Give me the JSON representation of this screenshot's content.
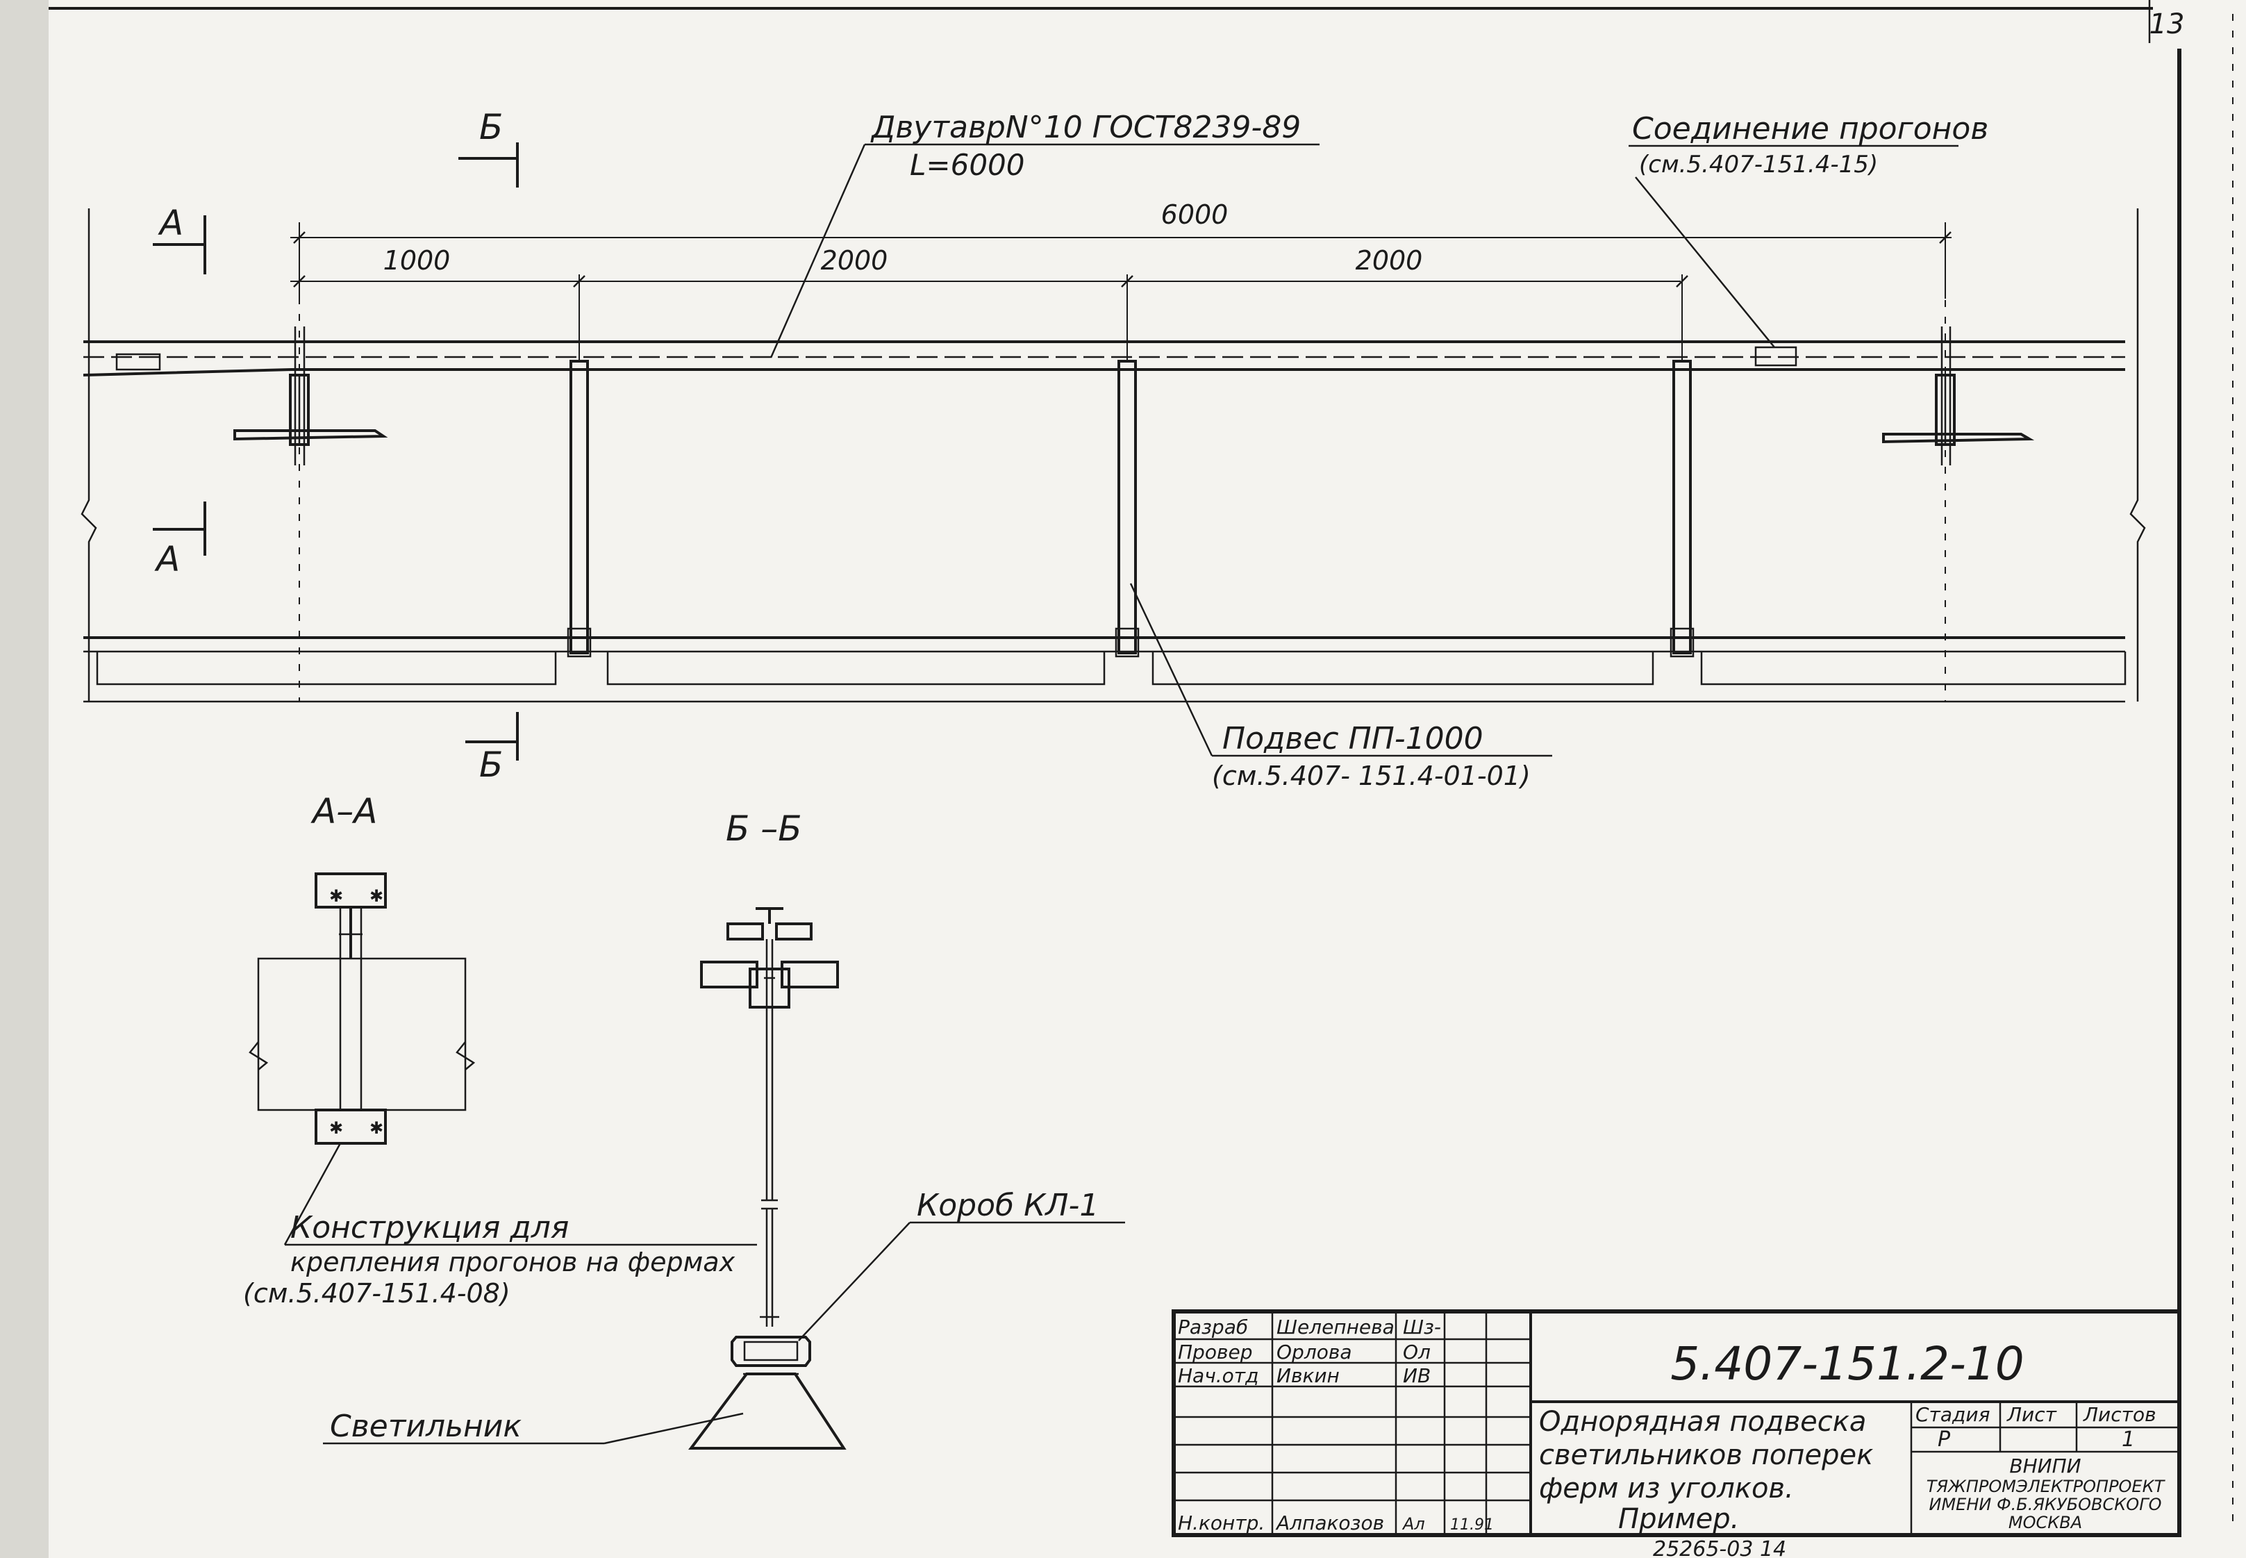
{
  "sheet": {
    "page_number": "13",
    "archive_number": "25265-03 14"
  },
  "labels": {
    "beam_title": "ДвутаврN°10  ГОСТ8239-89",
    "beam_length": "L=6000",
    "purlin_joint_title": "Соединение прогонов",
    "purlin_joint_ref": "(см.5.407-151.4-15)",
    "hanger_title": "Подвес ПП-1000",
    "hanger_ref": "(см.5.407- 151.4-01-01)",
    "mount_title": "Конструкция для",
    "mount_title2": "крепления прогонов на фермах",
    "mount_ref": "(см.5.407-151.4-08)",
    "box_title": "Короб КЛ-1",
    "lamp_title": "Светильник"
  },
  "dimensions": {
    "total": "6000",
    "d1": "1000",
    "d2": "2000",
    "d3": "2000"
  },
  "sections": {
    "a_mark": "А",
    "b_mark": "Б",
    "section_aa": "А–А",
    "section_bb": "Б –Б"
  },
  "title_block": {
    "roles": [
      "Разраб",
      "Провер",
      "Нач.отд",
      "",
      "",
      "",
      "",
      "Н.контр."
    ],
    "names": [
      "Шелепнева",
      "Орлова",
      "Ивкин",
      "",
      "",
      "",
      "",
      "Алпакозов"
    ],
    "signatures": [
      "Шз-",
      "Ол",
      "ИВ",
      "",
      "",
      "",
      "",
      "Ал"
    ],
    "dates": [
      "",
      "",
      "",
      "",
      "",
      "",
      "",
      "11.91"
    ],
    "doc_code": "5.407-151.2-10",
    "description_lines": [
      "Однорядная подвеска",
      "светильников поперек",
      "ферм из уголков.",
      "Пример."
    ],
    "stage_label": "Стадия",
    "sheet_label": "Лист",
    "sheets_label": "Листов",
    "stage_value": "Р",
    "sheet_value": "",
    "sheets_value": "1",
    "org_lines": [
      "ВНИПИ",
      "ТЯЖПРОМЭЛЕКТРОПРОЕКТ",
      "ИМЕНИ Ф.Б.ЯКУБОВСКОГО",
      "МОСКВА"
    ]
  }
}
